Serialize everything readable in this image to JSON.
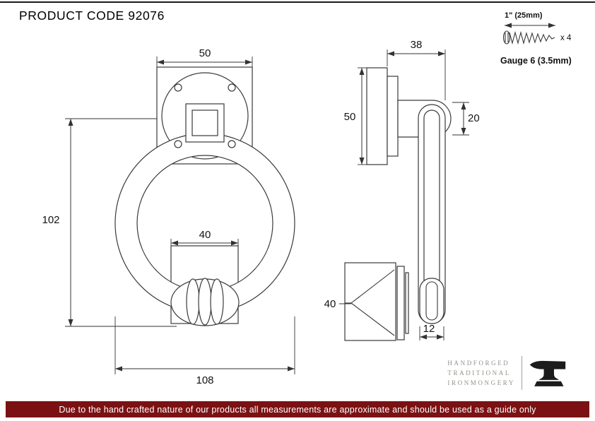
{
  "title": "PRODUCT CODE 92076",
  "colors": {
    "footer_bg": "#7b1113",
    "drawing_line": "#3a3a3a",
    "brand_text": "#90928a"
  },
  "screw": {
    "length": "1\" (25mm)",
    "qty": "x 4",
    "gauge": "Gauge 6 (3.5mm)",
    "icon": "screw-icon"
  },
  "front_view": {
    "top_width": "50",
    "height": "102",
    "striker_width": "40",
    "overall_width": "108"
  },
  "side_view": {
    "depth": "38",
    "plate_height": "50",
    "boss_height": "20",
    "striker_height": "40",
    "ring_thickness": "12"
  },
  "brand": {
    "line1": "HANDFORGED",
    "line2": "TRADITIONAL",
    "line3": "IRONMONGERY",
    "icon": "anvil-icon"
  },
  "footer": {
    "text": "Due to the hand crafted nature of our products all measurements are approximate and should be used as a guide only"
  }
}
